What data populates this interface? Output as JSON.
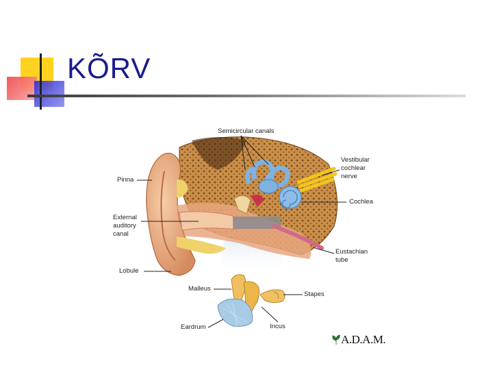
{
  "slide": {
    "title": "KÕRV"
  },
  "diagram": {
    "labels": {
      "semicircular_canals": "Semicircular canals",
      "vestibular_1": "Vestibular",
      "vestibular_2": "cochlear",
      "vestibular_3": "nerve",
      "pinna": "Pinna",
      "cochlea": "Cochlea",
      "external_1": "External",
      "external_2": "auditory",
      "external_3": "canal",
      "eustachian_1": "Eustachian",
      "eustachian_2": "tube",
      "lobule": "Lobule",
      "malleus": "Malleus",
      "stapes": "Stapes",
      "eardrum": "Eardrum",
      "incus": "Incus"
    },
    "credit": "A.D.A.M."
  },
  "colors": {
    "title": "#1b1a8c",
    "deco_yellow": "#ffd21f",
    "deco_red": "#f04b4b",
    "deco_blue": "#3b3bdc",
    "skin": "#f0b48c",
    "bone": "#c98e48",
    "canal_blue": "#7fb2e0",
    "nerve_yellow": "#f2c51a"
  }
}
